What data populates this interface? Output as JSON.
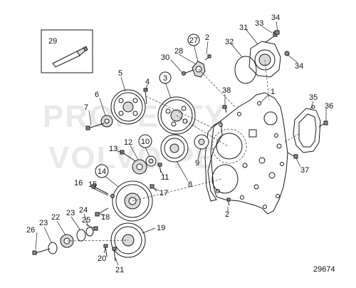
{
  "diagram": {
    "drawing_number": "29674",
    "watermark_lines": [
      "PROPERTY OF",
      "VOLVO PENTA"
    ],
    "inset_label": "29",
    "circled_labels": [
      "27",
      "3",
      "10",
      "14"
    ],
    "part_labels": [
      "1",
      "2",
      "2",
      "4",
      "5",
      "6",
      "7",
      "8",
      "9",
      "11",
      "12",
      "13",
      "15",
      "16",
      "17",
      "18",
      "19",
      "20",
      "21",
      "22",
      "23",
      "23",
      "24",
      "25",
      "26",
      "28",
      "30",
      "31",
      "32",
      "33",
      "34",
      "34",
      "35",
      "36",
      "37",
      "38"
    ]
  }
}
